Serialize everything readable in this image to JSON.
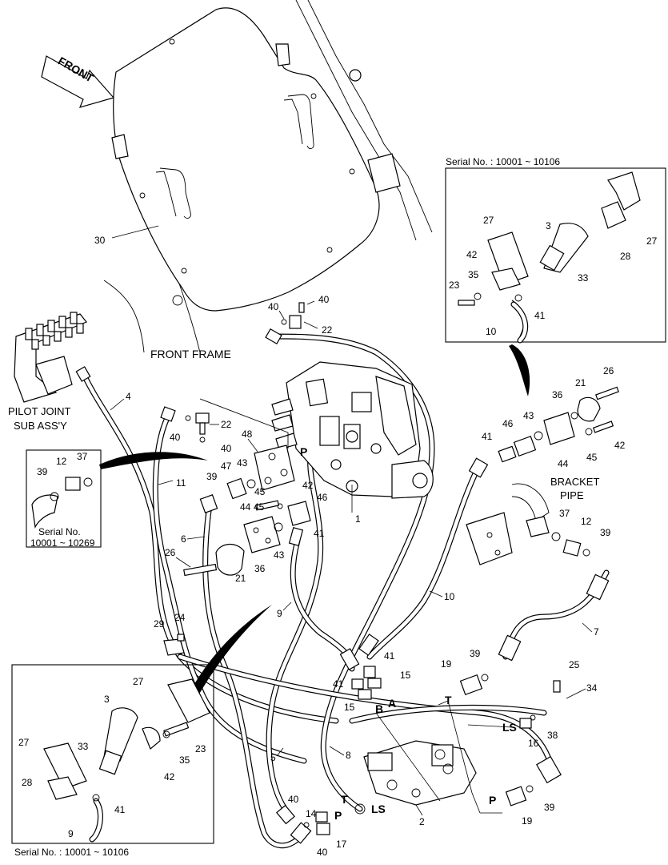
{
  "labels": {
    "front": "FRONT",
    "front_frame": "FRONT FRAME",
    "pilot_joint_1": "PILOT JOINT",
    "pilot_joint_2": "SUB ASS'Y",
    "bracket": "BRACKET",
    "pipe": "PIPE",
    "serial_top_right": "Serial No. : 10001 ~ 10106",
    "serial_left_1": "Serial No.",
    "serial_left_2": "10001 ~ 10269",
    "serial_bottom_left": "Serial No. : 10001 ~ 10106"
  },
  "ports": {
    "P": "P",
    "T": "T",
    "A": "A",
    "B": "B",
    "LS": "LS"
  },
  "parts": {
    "p1": "1",
    "p2": "2",
    "p3": "3",
    "p4": "4",
    "p5": "5",
    "p6": "6",
    "p7": "7",
    "p8": "8",
    "p9": "9",
    "p10": "10",
    "p11": "11",
    "p12": "12",
    "p14": "14",
    "p15": "15",
    "p16": "16",
    "p17": "17",
    "p19": "19",
    "p21": "21",
    "p22": "22",
    "p23": "23",
    "p24": "24",
    "p25": "25",
    "p26": "26",
    "p27": "27",
    "p28": "28",
    "p29": "29",
    "p30": "30",
    "p33": "33",
    "p34": "34",
    "p35": "35",
    "p36": "36",
    "p37": "37",
    "p38": "38",
    "p39": "39",
    "p40": "40",
    "p41": "41",
    "p42": "42",
    "p43": "43",
    "p44": "44",
    "p45": "45",
    "p46": "46",
    "p47": "47",
    "p48": "48"
  }
}
